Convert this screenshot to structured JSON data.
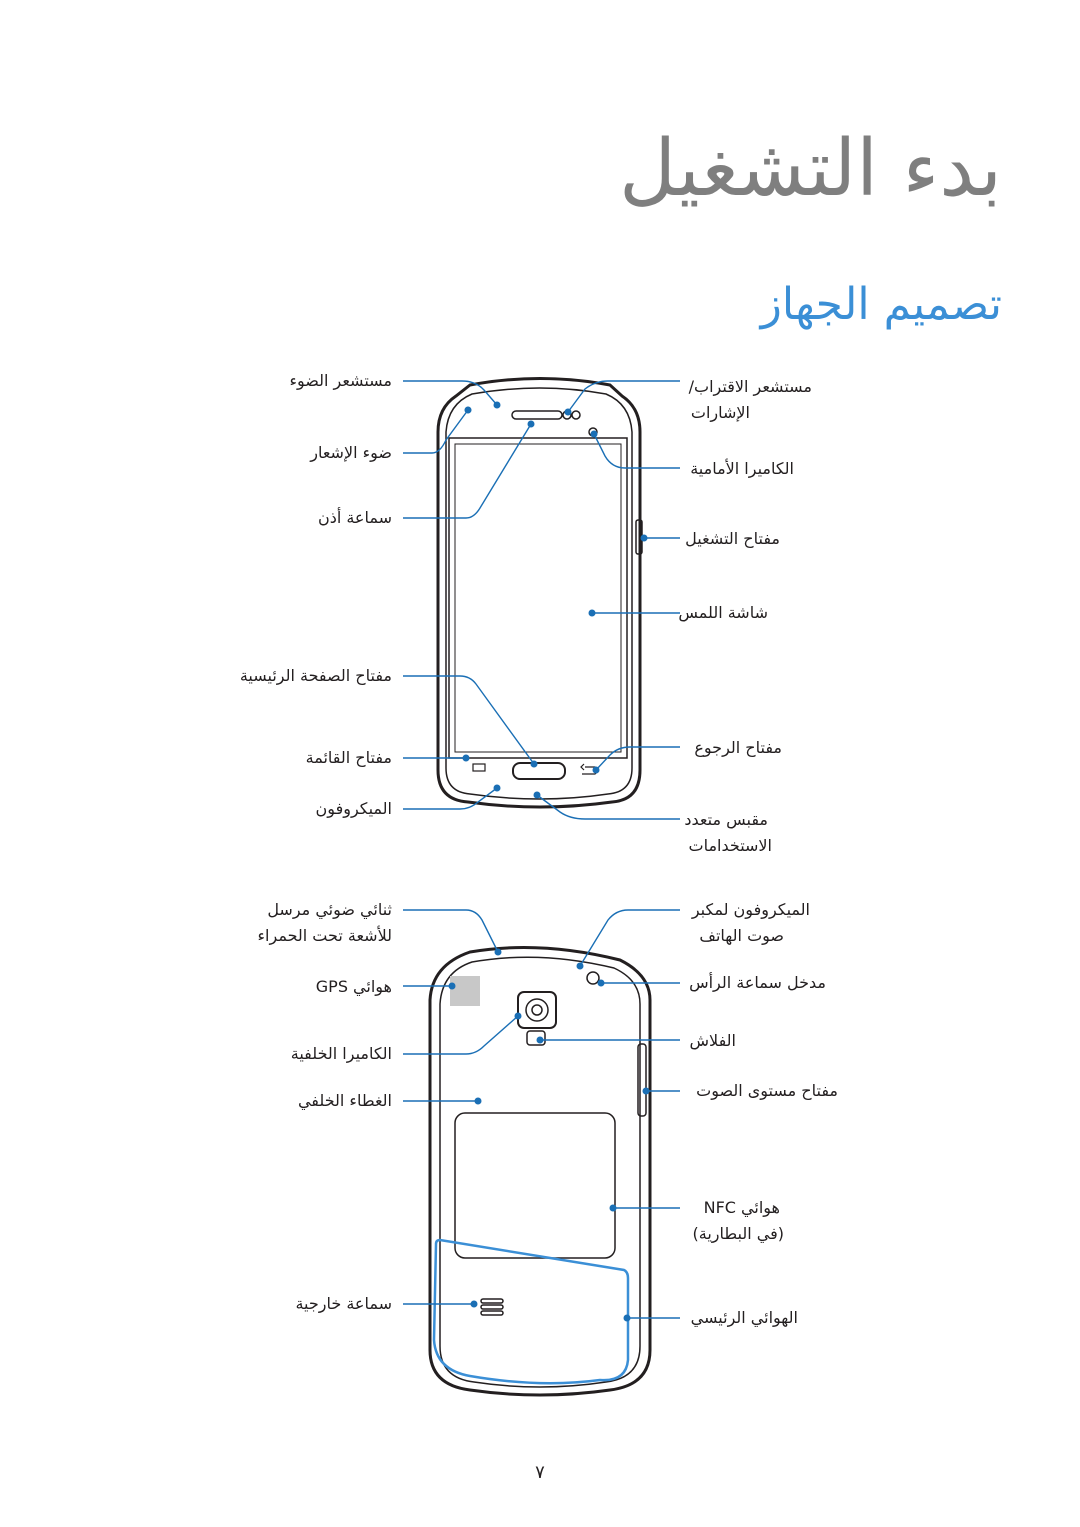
{
  "chapter_title": "بدء التشغيل",
  "section_title": "تصميم الجهاز",
  "front_labels": {
    "proximity_sensor": "مستشعر الضوء",
    "notification_light": "ضوء الإشعار",
    "earpiece": "سماعة أذن",
    "home_key": "مفتاح الصفحة الرئيسية",
    "menu_key": "مفتاح القائمة",
    "microphone": "الميكروفون",
    "gesture_sensor_line1": "مستشعر الاقتراب/",
    "gesture_sensor_line2": "الإشارات",
    "front_camera": "الكاميرا الأمامية",
    "power_key": "مفتاح التشغيل",
    "touch_screen": "شاشة اللمس",
    "back_key": "مفتاح الرجوع",
    "multipurpose_jack_line1": "مقبس متعدد",
    "multipurpose_jack_line2": "الاستخدامات"
  },
  "back_labels": {
    "ir_led_line1": "ثنائي ضوئي مرسل",
    "ir_led_line2": "للأشعة تحت الحمراء",
    "gps_antenna": "هوائي GPS",
    "rear_camera": "الكاميرا الخلفية",
    "back_cover": "الغطاء الخلفي",
    "speaker": "سماعة خارجية",
    "mic_speakerphone_line1": "الميكروفون لمكبر",
    "mic_speakerphone_line2": "صوت الهاتف",
    "headset_jack": "مدخل سماعة الرأس",
    "flash": "الفلاش",
    "volume_key": "مفتاح مستوى الصوت",
    "nfc_antenna_line1": "هوائي NFC",
    "nfc_antenna_line2": "(في البطارية)",
    "main_antenna": "الهوائي الرئيسي"
  },
  "page_number": "٧",
  "colors": {
    "accent": "#3b8fd6",
    "leader": "#1a6fb5",
    "outline": "#231f20",
    "title_gray": "#7f7f7f"
  }
}
